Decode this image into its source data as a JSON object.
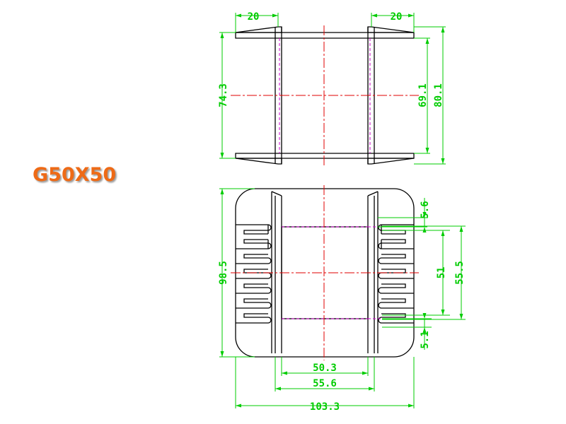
{
  "title": "G50X50",
  "colors": {
    "title": "#ee6a16",
    "dimension": "#00cc00",
    "outline": "#000000",
    "centerline": "#e00000",
    "hidden": "#cc00cc"
  },
  "dimensions": {
    "top_flange_left": "20",
    "top_flange_right": "20",
    "side_height": "74.3",
    "inner_height": "69.1",
    "total_height": "80.1",
    "overall_height": "98.5",
    "slot_top": "5.6",
    "slot_mid": "51",
    "slot_outer": "55.5",
    "slot_bottom": "5.1",
    "inner_width": "50.3",
    "core_width": "55.6",
    "overall_width": "103.3"
  }
}
